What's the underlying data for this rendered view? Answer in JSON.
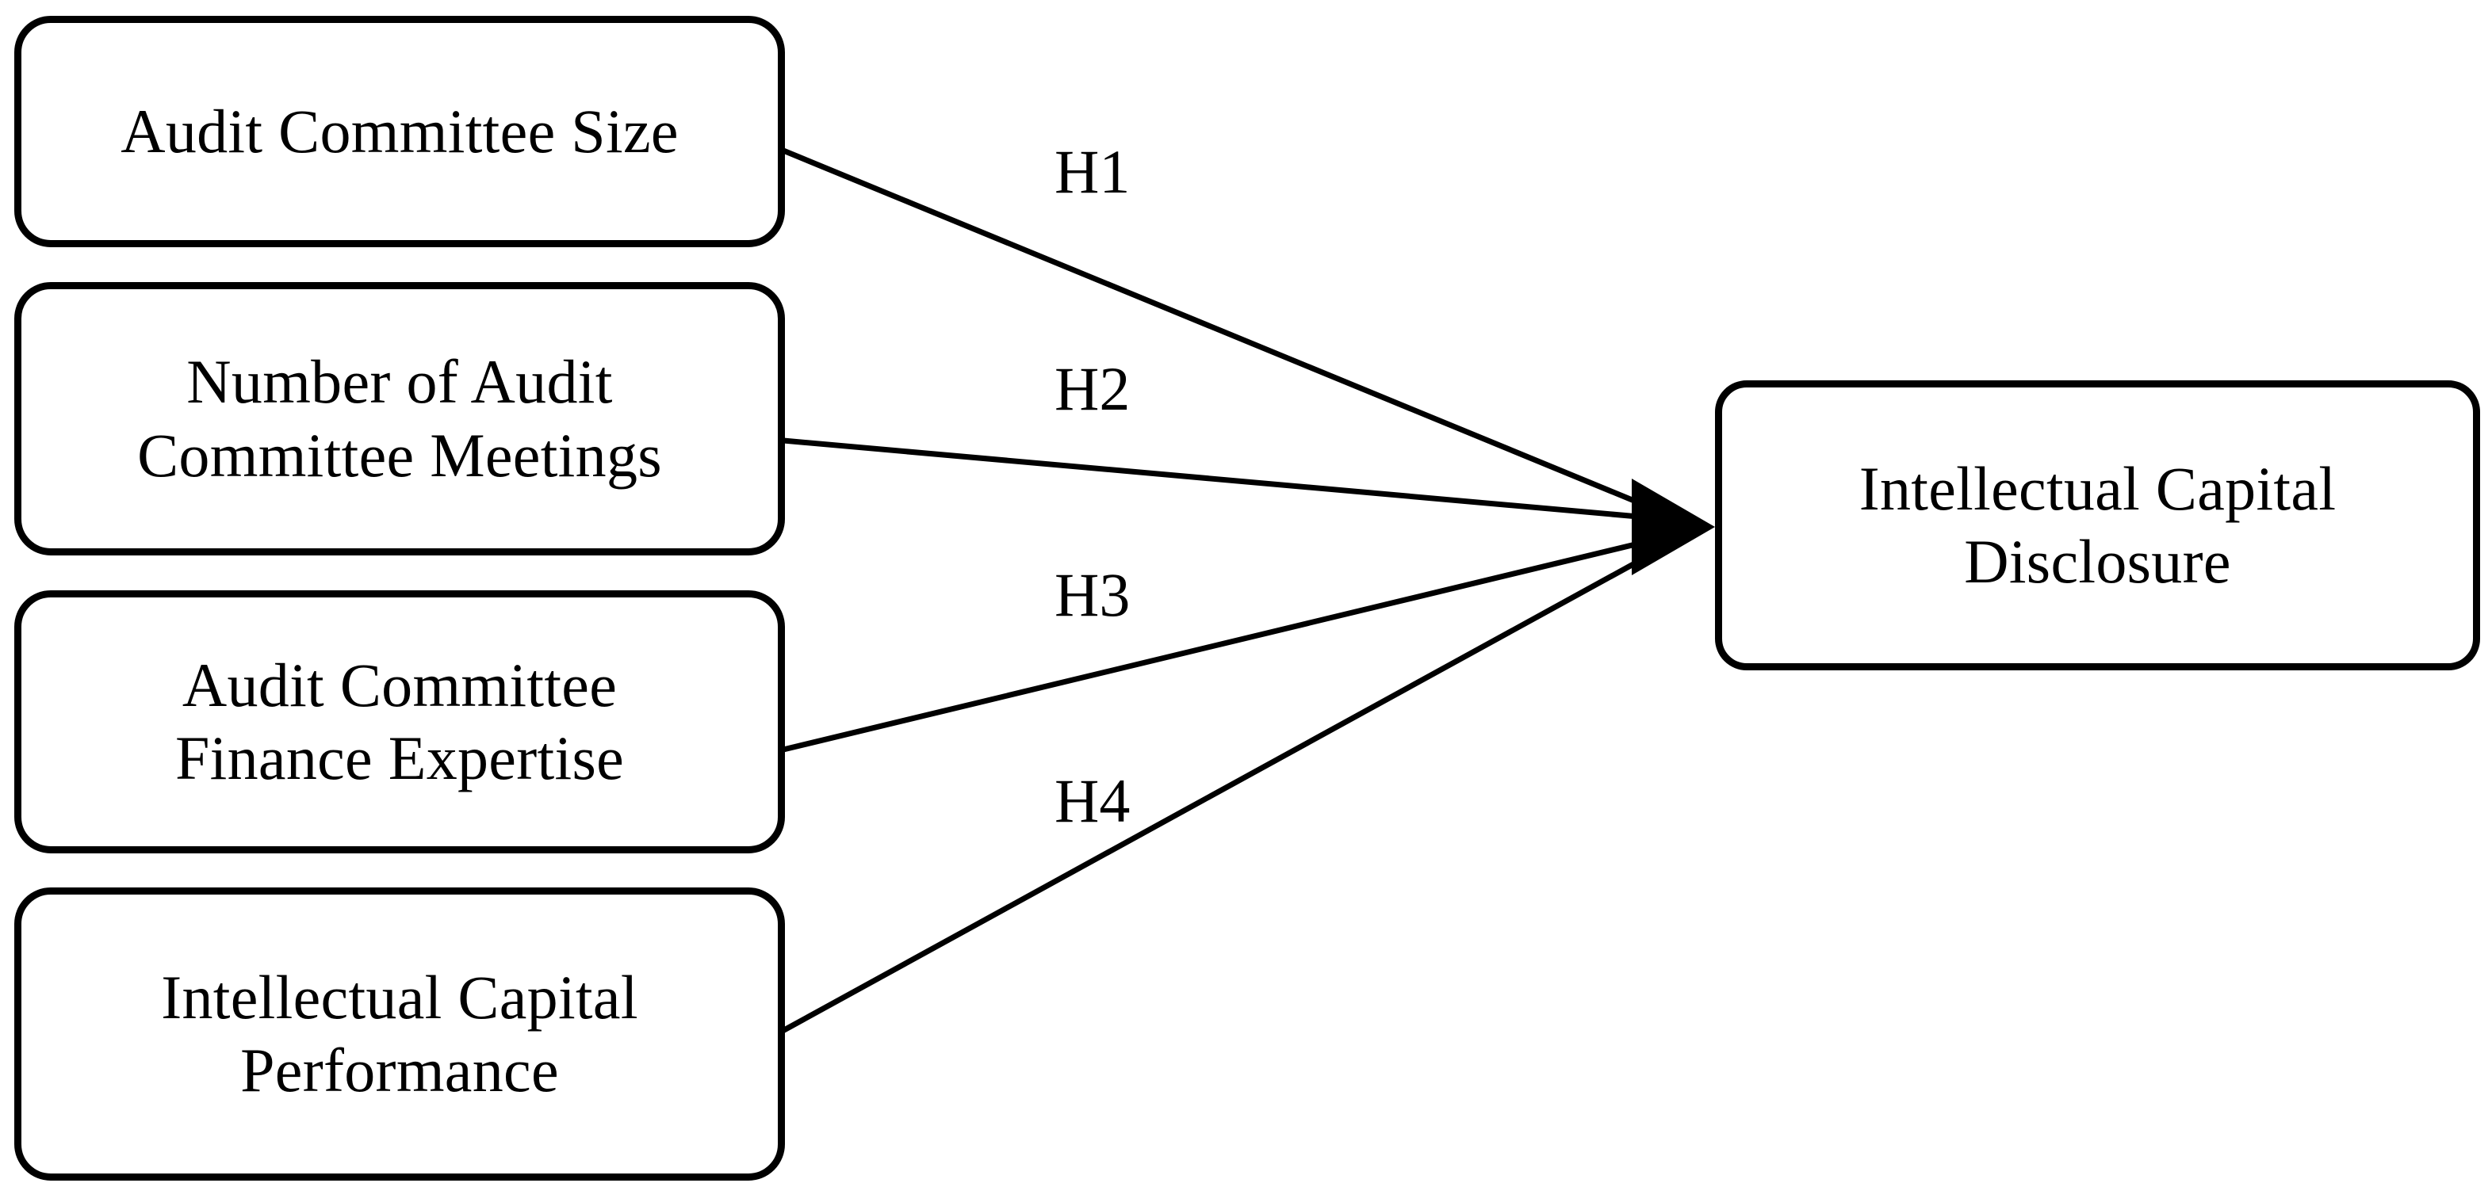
{
  "diagram": {
    "type": "conceptual-research-framework",
    "title": "",
    "independent_variables": [
      {
        "id": "audit-committee-size",
        "lines": [
          "Audit Committee Size"
        ],
        "text": "Audit Committee Size"
      },
      {
        "id": "number-of-audit-committee-meetings",
        "lines": [
          "Number of Audit",
          "Committee Meetings"
        ],
        "text": "Number of Audit Committee Meetings"
      },
      {
        "id": "audit-committee-finance-expertise",
        "lines": [
          "Audit Committee",
          "Finance Expertise"
        ],
        "text": "Audit Committee Finance Expertise"
      },
      {
        "id": "intellectual-capital-performance",
        "lines": [
          "Intellectual Capital",
          "Performance"
        ],
        "text": "Intellectual Capital Performance"
      }
    ],
    "dependent_variable": {
      "id": "intellectual-capital-disclosure",
      "lines": [
        "Intellectual Capital",
        "Disclosure"
      ],
      "text": "Intellectual Capital Disclosure"
    },
    "hypotheses": [
      {
        "label": "H1",
        "from": "audit-committee-size",
        "to": "intellectual-capital-disclosure"
      },
      {
        "label": "H2",
        "from": "number-of-audit-committee-meetings",
        "to": "intellectual-capital-disclosure"
      },
      {
        "label": "H3",
        "from": "audit-committee-finance-expertise",
        "to": "intellectual-capital-disclosure"
      },
      {
        "label": "H4",
        "from": "intellectual-capital-performance",
        "to": "intellectual-capital-disclosure"
      }
    ],
    "colors": {
      "stroke": "#000000",
      "fill": "#ffffff",
      "text": "#000000"
    }
  }
}
